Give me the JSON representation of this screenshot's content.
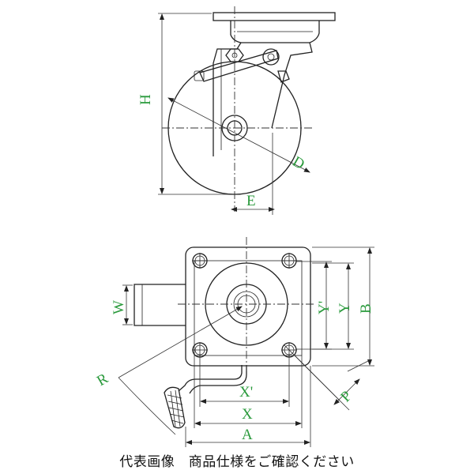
{
  "labels": {
    "H": "H",
    "D": "D",
    "E": "E",
    "W": "W",
    "R": "R",
    "Y_prime": "Y'",
    "Y": "Y",
    "B": "B",
    "X_prime": "X'",
    "X": "X",
    "A": "A",
    "P": "P"
  },
  "caption": "代表画像　商品仕様をご確認ください",
  "colors": {
    "label": "#2a9a3c",
    "line": "#222222"
  }
}
